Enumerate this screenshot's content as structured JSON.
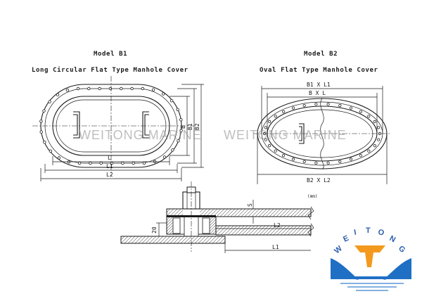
{
  "model_b1": {
    "name": "Model B1",
    "subtitle": "Long Circular Flat Type Manhole Cover",
    "dims": {
      "L": "L",
      "L1": "L1",
      "L2": "L2",
      "B": "B",
      "B1": "B1",
      "B2": "B2"
    }
  },
  "model_b2": {
    "name": "Model B2",
    "subtitle": "Oval Flat Type Manhole Cover",
    "dims": {
      "top1": "B1 X L1",
      "top2": "B X L",
      "bottom": "B2 X L2"
    }
  },
  "section": {
    "unit": "(mm)",
    "dims": {
      "S": "S",
      "L2": "L2",
      "L1": "L1",
      "h20": "20"
    }
  },
  "watermark": [
    "WEITONG MARINE",
    "WEITONG MARINE"
  ],
  "logo": {
    "letters": [
      "W",
      "E",
      "I",
      "T",
      "O",
      "N",
      "G"
    ],
    "colors": {
      "sun": "#f39a1e",
      "wave": "#1f6fc4"
    }
  }
}
